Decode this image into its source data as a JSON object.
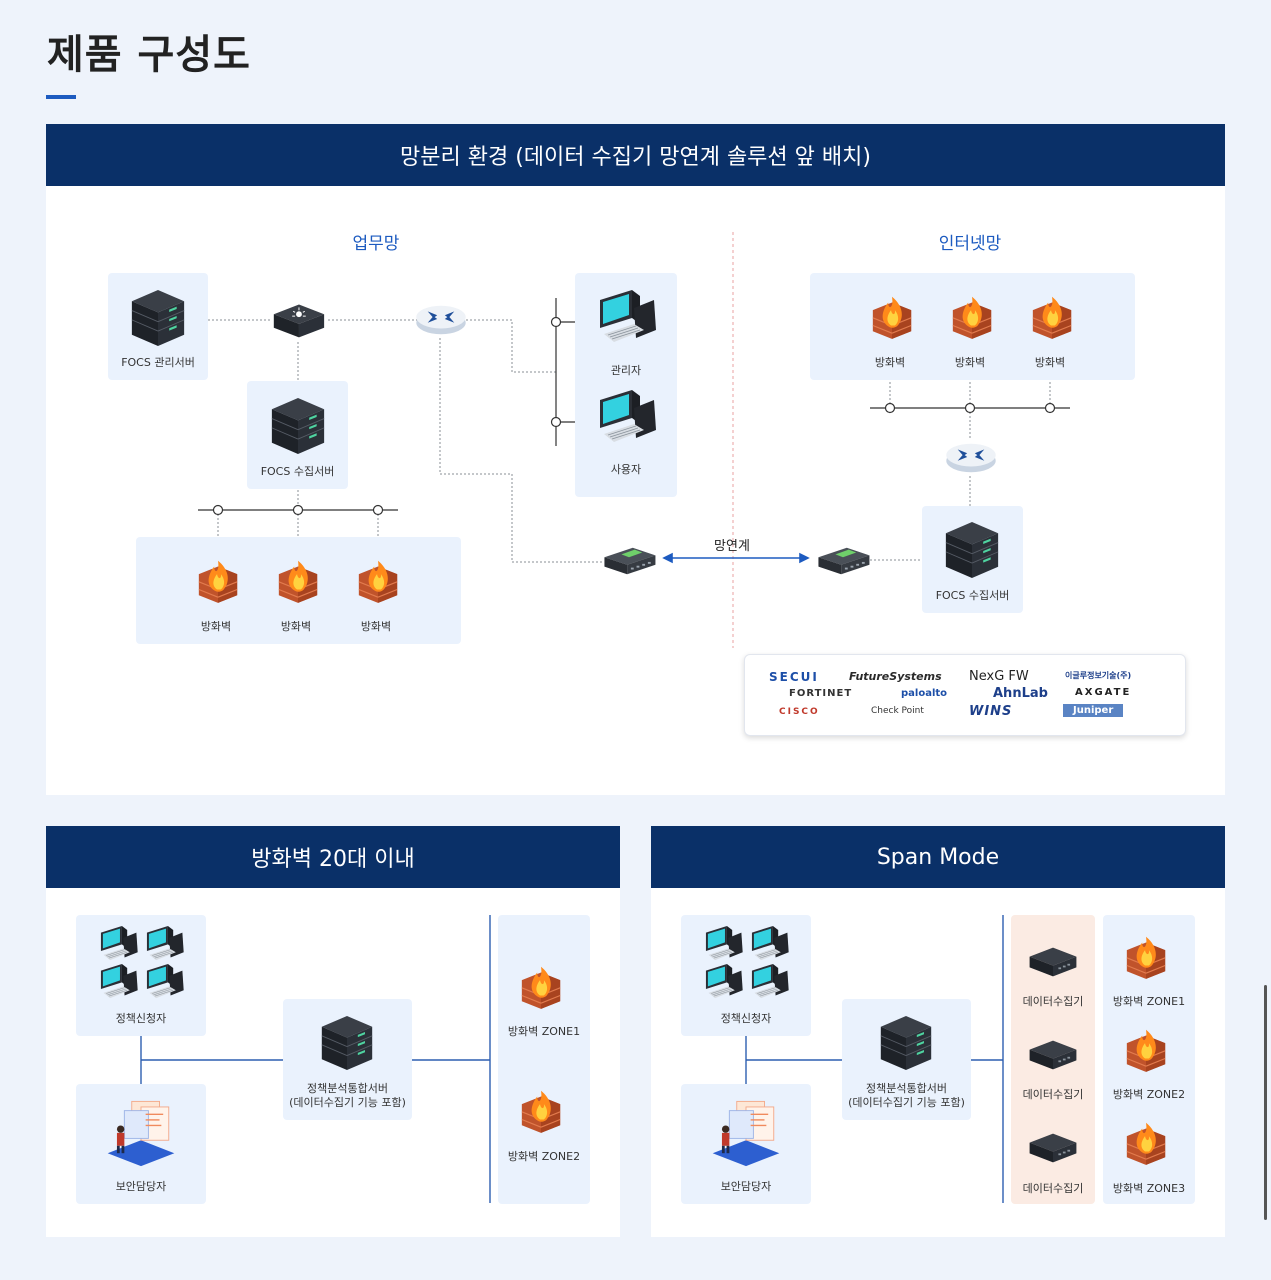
{
  "page": {
    "title": "제품 구성도"
  },
  "panels": {
    "main": {
      "header": "망분리 환경 (데이터 수집기 망연계 솔루션 앞 배치)",
      "work_zone": "업무망",
      "internet_zone": "인터넷망",
      "focs_mgmt": "FOCS 관리서버",
      "focs_collector": "FOCS 수집서버",
      "admin": "관리자",
      "user": "사용자",
      "firewall": "방화벽",
      "link_label": "망연계",
      "focs_collector_inet": "FOCS 수집서버",
      "vendor_logos": [
        "SECUI",
        "FutureSystems",
        "NexG FW",
        "이글루정보기술(주)",
        "FORTINET",
        "paloalto",
        "AhnLab",
        "AXGATE",
        "CISCO",
        "Check Point",
        "WINS",
        "Juniper"
      ]
    },
    "fw20": {
      "header": "방화벽 20대 이내",
      "requester": "정책신청자",
      "security_officer": "보안담당자",
      "server_line1": "정책분석통합서버",
      "server_line2": "(데이터수집기 기능 포함)",
      "zone1": "방화벽 ZONE1",
      "zone2": "방화벽 ZONE2"
    },
    "span": {
      "header": "Span Mode",
      "requester": "정책신청자",
      "security_officer": "보안담당자",
      "server_line1": "정책분석통합서버",
      "server_line2": "(데이터수집기 기능 포함)",
      "collector": "데이터수집기",
      "zone1": "방화벽 ZONE1",
      "zone2": "방화벽 ZONE2",
      "zone3": "방화벽 ZONE3"
    }
  },
  "colors": {
    "header_bg": "#0a3068",
    "accent": "#1d5bc0",
    "box_bg": "#eaf2fd",
    "peach_bg": "#fbebe3"
  }
}
